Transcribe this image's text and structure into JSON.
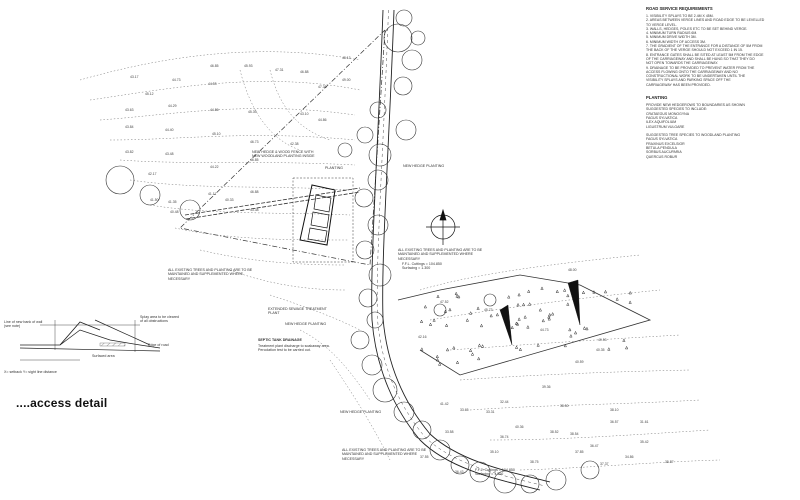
{
  "road_notes": {
    "heading": "ROAD SERVICE REQUIREMENTS",
    "items": [
      "1. VISIBILITY SPLAYS TO BE 2.4M X 45M.",
      "2. AREAS BETWEEN VERGE LINES AND ROAD EDGE TO BE LEVELLED",
      "   TO VERGE LEVEL.",
      "3. WALLS, HEDGES, POLES ETC TO BE SET BEHIND VERGE.",
      "4. MINIMUM TURN RADIUS 6M.",
      "5. MINIMUM DRIVE WIDTH 3M.",
      "6. MINIMUM WIDTH OF ACCESS 3M.",
      "7. THE GRADIENT OF THE ENTRANCE FOR A DISTANCE OF 5M FROM",
      "   THE BACK OF THE VERGE SHOULD NOT EXCEED 1 IN 15.",
      "8. ENTRANCE GATES SHALL BE SITED AT LEAST 5M FROM THE EDGE",
      "   OF THE CARRIAGEWAY AND SHALL BE HUNG SO THAT THEY DO",
      "   NOT OPEN TOWARDS THE CARRIAGEWAY.",
      "9. DRAINAGE TO BE PROVIDED TO PREVENT WATER FROM THE",
      "   ACCESS FLOWING ONTO THE CARRIAGEWAY AND NO",
      "   CONSTRUCTIONAL WORK TO BE UNDERTAKEN UNTIL THE",
      "   VISIBILITY SPLAYS AND PARKING SPACE OFF THE",
      "   CARRIAGEWAY HAS BEEN PROVIDED."
    ]
  },
  "planting_notes": {
    "heading": "PLANTING",
    "items": [
      "PROVIDE NEW HEDGEROWS TO BOUNDARIES AS SHOWN",
      "SUGGESTED SPECIES TO INCLUDE:",
      "CRATAEGUS MONOGYNA",
      "FAGUS SYLVATICA",
      "ILEX AQUIFOLIUM",
      "LIGUSTRUM VULGARE",
      "",
      "SUGGESTED TREE SPECIES TO WOODLAND PLANTING",
      "FAGUS SYLVATICA",
      "FRAXINUS EXCELSIOR",
      "BETULA PENDULA",
      "SORBUS AUCUPARIA",
      "QUERCUS ROBUR"
    ]
  },
  "access_detail": {
    "title": "....access detail",
    "labels": {
      "verge": "Line of new bank of wall (see note)",
      "splay": "Splay area to be cleared of all obstructions",
      "edge": "Edge of road",
      "surface": "Surfaced area",
      "foot": "X= setback Y= sight line distance"
    }
  },
  "annotations": {
    "new_hedge": "NEW HEDGE & WOOD FENCE WITH NEW WOODLAND PLANTING INSIDE",
    "planting": "PLANTING",
    "new_hedge_planting": "NEW HEDGE PLANTING",
    "existing_trees_1": "ALL EXISTING TREES AND PLANTING ARE TO BE MAINTAINED AND SUPPLEMENTED WHERE NECESSARY",
    "existing_trees_2": "ALL EXISTING TREES AND PLANTING ARE TO BE MAINTAINED AND SUPPLEMENTED WHERE NECESSARY",
    "existing_trees_3": "ALL EXISTING TREES AND PLANTING ARE TO BE MAINTAINED AND SUPPLEMENTED WHERE NECESSARY",
    "sewage": "EXTENDED SEWAGE TREATMENT PLANT",
    "septic_heading": "SEPTIC TANK DRAINAGE",
    "septic_text": "Treatment plant discharge to soakaway area. Percolation test to be carried out.",
    "hedge_planting_2": "NEW HEDGE PLANTING",
    "hedge_planting_3": "NEW HEDGE PLANTING",
    "ffl_1": "F.F.L. Cuttings = 104.850 Surfacing = 1.300",
    "ffl_2": "F.F.L. Cuttings = 104.850 Surfacing = 1.300"
  },
  "levels": [
    "43.17",
    "44.73",
    "45.12",
    "44.53",
    "46.85",
    "45.93",
    "47.31",
    "46.88",
    "43.63",
    "44.29",
    "44.86",
    "45.39",
    "43.84",
    "44.40",
    "45.10",
    "46.73",
    "43.82",
    "43.48",
    "46.85",
    "44.22",
    "42.17",
    "41.50",
    "41.35",
    "40.48",
    "41.11",
    "40.33",
    "42.38",
    "43.10",
    "44.86",
    "48.13",
    "47.38",
    "49.00",
    "43.38",
    "46.88",
    "48.00",
    "47.52",
    "45.73",
    "42.16",
    "44.73",
    "40.53",
    "40.35",
    "39.36",
    "38.50",
    "36.57",
    "40.59",
    "38.75",
    "38.10",
    "38.54",
    "36.47",
    "37.37",
    "38.52",
    "37.85",
    "33.65",
    "33.31",
    "36.74",
    "32.44",
    "40.36",
    "41.42",
    "33.58",
    "37.55",
    "36.43",
    "35.10",
    "31.61",
    "35.42",
    "34.86",
    "35.87"
  ]
}
